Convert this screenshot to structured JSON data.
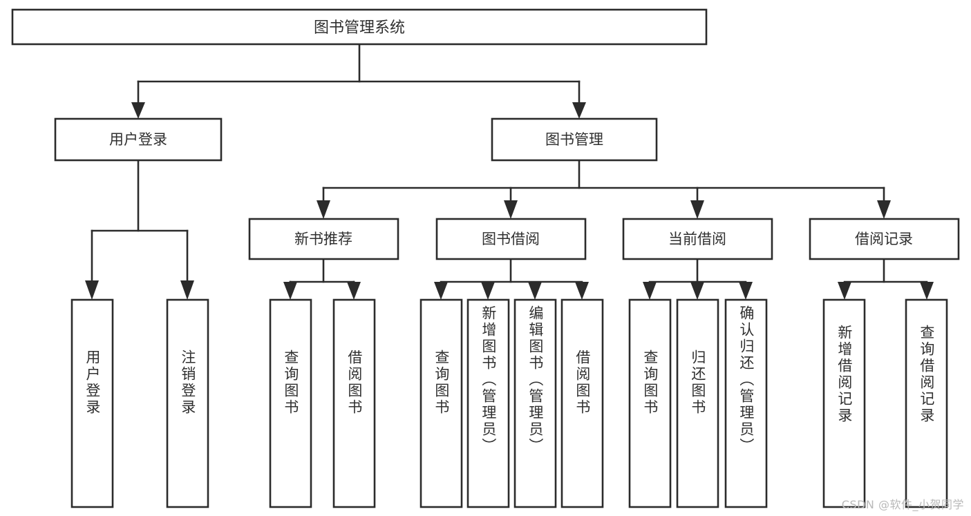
{
  "diagram": {
    "title": "图书管理系统",
    "watermark": "CSDN @软件_小贺同学",
    "type": "tree-hierarchy",
    "colors": {
      "background": "#ffffff",
      "box_fill": "#ffffff",
      "box_stroke": "#2b2b2b",
      "text": "#2f2f2f",
      "watermark": "#b9b9b9"
    },
    "levels": {
      "root": {
        "label": "图书管理系统"
      },
      "level1": [
        {
          "label": "用户登录"
        },
        {
          "label": "图书管理"
        }
      ],
      "level2": [
        {
          "label": "新书推荐",
          "parent": "图书管理"
        },
        {
          "label": "图书借阅",
          "parent": "图书管理"
        },
        {
          "label": "当前借阅",
          "parent": "图书管理"
        },
        {
          "label": "借阅记录",
          "parent": "图书管理"
        }
      ],
      "leaves": [
        {
          "label": "用户登录",
          "parent": "用户登录"
        },
        {
          "label": "注销登录",
          "parent": "用户登录"
        },
        {
          "label": "查询图书",
          "parent": "新书推荐"
        },
        {
          "label": "借阅图书",
          "parent": "新书推荐"
        },
        {
          "label": "查询图书",
          "parent": "图书借阅"
        },
        {
          "label": "新增图书（管理员）",
          "parent": "图书借阅"
        },
        {
          "label": "编辑图书（管理员）",
          "parent": "图书借阅"
        },
        {
          "label": "借阅图书",
          "parent": "图书借阅"
        },
        {
          "label": "查询图书",
          "parent": "当前借阅"
        },
        {
          "label": "归还图书",
          "parent": "当前借阅"
        },
        {
          "label": "确认归还（管理员）",
          "parent": "当前借阅"
        },
        {
          "label": "新增借阅记录",
          "parent": "借阅记录"
        },
        {
          "label": "查询借阅记录",
          "parent": "借阅记录"
        }
      ]
    }
  }
}
